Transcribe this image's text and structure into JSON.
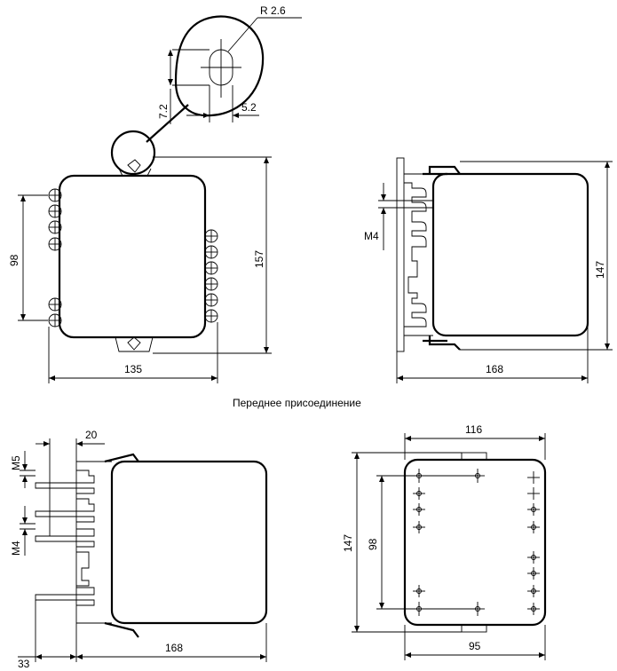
{
  "labels": {
    "radius": "R 2.6",
    "slot_h": "7.2",
    "slot_w": "5.2",
    "front_height": "157",
    "front_width": "135",
    "front_spacing": "98",
    "side_height": "147",
    "side_depth": "168",
    "side_thread": "M4",
    "caption": "Переднее присоединение",
    "rear_offset": "20",
    "rear_thread_top": "M5",
    "rear_thread_bottom": "M4",
    "rear_left": "33",
    "rear_depth": "168",
    "bottom_width": "116",
    "bottom_height": "147",
    "bottom_spacing": "98",
    "bottom_inner_width": "95"
  }
}
